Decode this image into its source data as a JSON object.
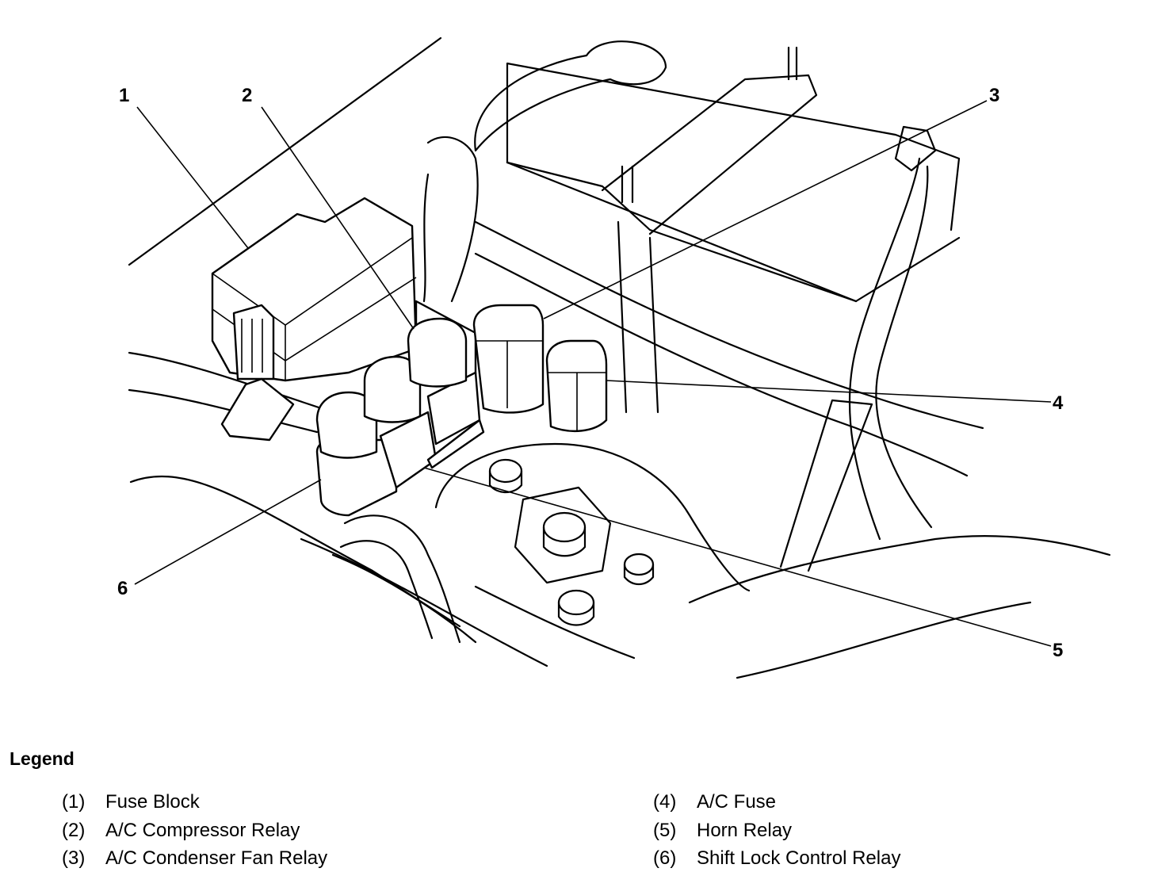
{
  "callouts": {
    "c1": "1",
    "c2": "2",
    "c3": "3",
    "c4": "4",
    "c5": "5",
    "c6": "6"
  },
  "legend": {
    "title": "Legend",
    "items": [
      {
        "number": "(1)",
        "label": "Fuse Block"
      },
      {
        "number": "(2)",
        "label": "A/C Compressor Relay"
      },
      {
        "number": "(3)",
        "label": "A/C Condenser Fan Relay"
      },
      {
        "number": "(4)",
        "label": "A/C Fuse"
      },
      {
        "number": "(5)",
        "label": "Horn Relay"
      },
      {
        "number": "(6)",
        "label": "Shift Lock Control Relay"
      }
    ]
  }
}
